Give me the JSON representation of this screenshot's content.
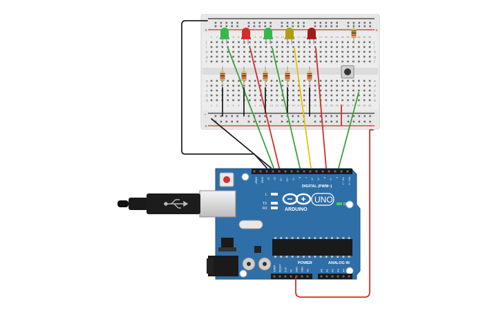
{
  "colors": {
    "board_blue": "#2f6fa7",
    "board_dark": "#1f4f7c",
    "breadboard": "#ececec",
    "rail_red": "#d03030",
    "rail_black": "#333333",
    "wire_black": "#222222",
    "wire_red": "#d42a2a",
    "wire_green": "#3aa23a",
    "wire_yellow": "#e6c300",
    "led_green": "#3bb54a",
    "led_red": "#d62c2c",
    "led_yellow": "#b39b12",
    "led_darkred": "#9b1c1c",
    "resistor_body": "#e4b46a"
  },
  "breadboard": {
    "col_numbers": [
      "1",
      "2",
      "3",
      "4",
      "5",
      "6",
      "7",
      "8",
      "9",
      "10",
      "11",
      "12",
      "13",
      "14",
      "15",
      "16",
      "17",
      "18",
      "19",
      "20",
      "21",
      "22",
      "23",
      "24",
      "25",
      "26",
      "27",
      "28",
      "29",
      "30"
    ],
    "row_letters_top": [
      "j",
      "i",
      "h",
      "g",
      "f"
    ],
    "row_letters_bottom": [
      "e",
      "d",
      "c",
      "b",
      "a"
    ],
    "rail_plus": "+",
    "rail_minus": "-"
  },
  "components": {
    "leds": [
      {
        "name": "led-green-1",
        "color": "green"
      },
      {
        "name": "led-red-1",
        "color": "red"
      },
      {
        "name": "led-green-2",
        "color": "green"
      },
      {
        "name": "led-yellow",
        "color": "yellow"
      },
      {
        "name": "led-red-2",
        "color": "darkred"
      }
    ],
    "resistor_count": 6,
    "button": "pushbutton"
  },
  "arduino": {
    "brand": "ARDUINO",
    "model": "UNO",
    "on_label": "ON",
    "digital_label": "DIGITAL (PWM~)",
    "power_label": "POWER",
    "analog_label": "ANALOG IN",
    "l_label": "L",
    "tx_label": "TX",
    "rx_label": "RX",
    "digital_pins": [
      "AREF",
      "GND",
      "13",
      "12",
      "~11",
      "~10",
      "~9",
      "8",
      "7",
      "~6",
      "~5",
      "4",
      "~3",
      "2",
      "TX→1",
      "RX←0"
    ],
    "power_pins": [
      "IOREF",
      "RESET",
      "3.3V",
      "5V",
      "GND",
      "GND",
      "Vin"
    ],
    "analog_pins": [
      "A0",
      "A1",
      "A2",
      "A3",
      "A4",
      "A5"
    ]
  }
}
